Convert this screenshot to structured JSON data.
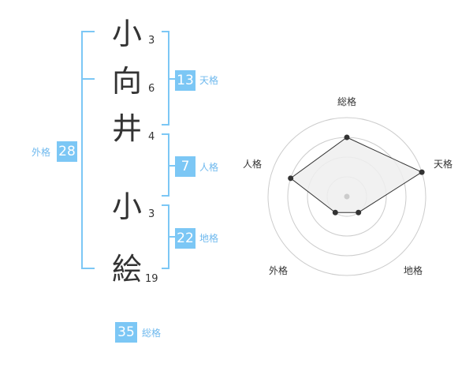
{
  "name_chars": [
    {
      "char": "小",
      "strokes": "3"
    },
    {
      "char": "向",
      "strokes": "6"
    },
    {
      "char": "井",
      "strokes": "4"
    },
    {
      "char": "小",
      "strokes": "3"
    },
    {
      "char": "絵",
      "strokes": "19"
    }
  ],
  "fortunes": {
    "tenkaku": {
      "value": "13",
      "label": "天格"
    },
    "jinkaku": {
      "value": "7",
      "label": "人格"
    },
    "chikaku": {
      "value": "22",
      "label": "地格"
    },
    "gaikaku": {
      "value": "28",
      "label": "外格"
    },
    "soukaku": {
      "value": "35",
      "label": "総格"
    }
  },
  "radar": {
    "axes": [
      "総格",
      "天格",
      "地格",
      "外格",
      "人格"
    ],
    "levels": 4,
    "values_fraction": [
      0.75,
      1.0,
      0.25,
      0.25,
      0.75
    ]
  },
  "colors": {
    "accent": "#7cc7f5",
    "accent_text": "#6fb9ee",
    "bracket": "#7cc7f5",
    "grid": "#cccccc",
    "radar_fill": "#eeeeee",
    "radar_line": "#333333"
  }
}
